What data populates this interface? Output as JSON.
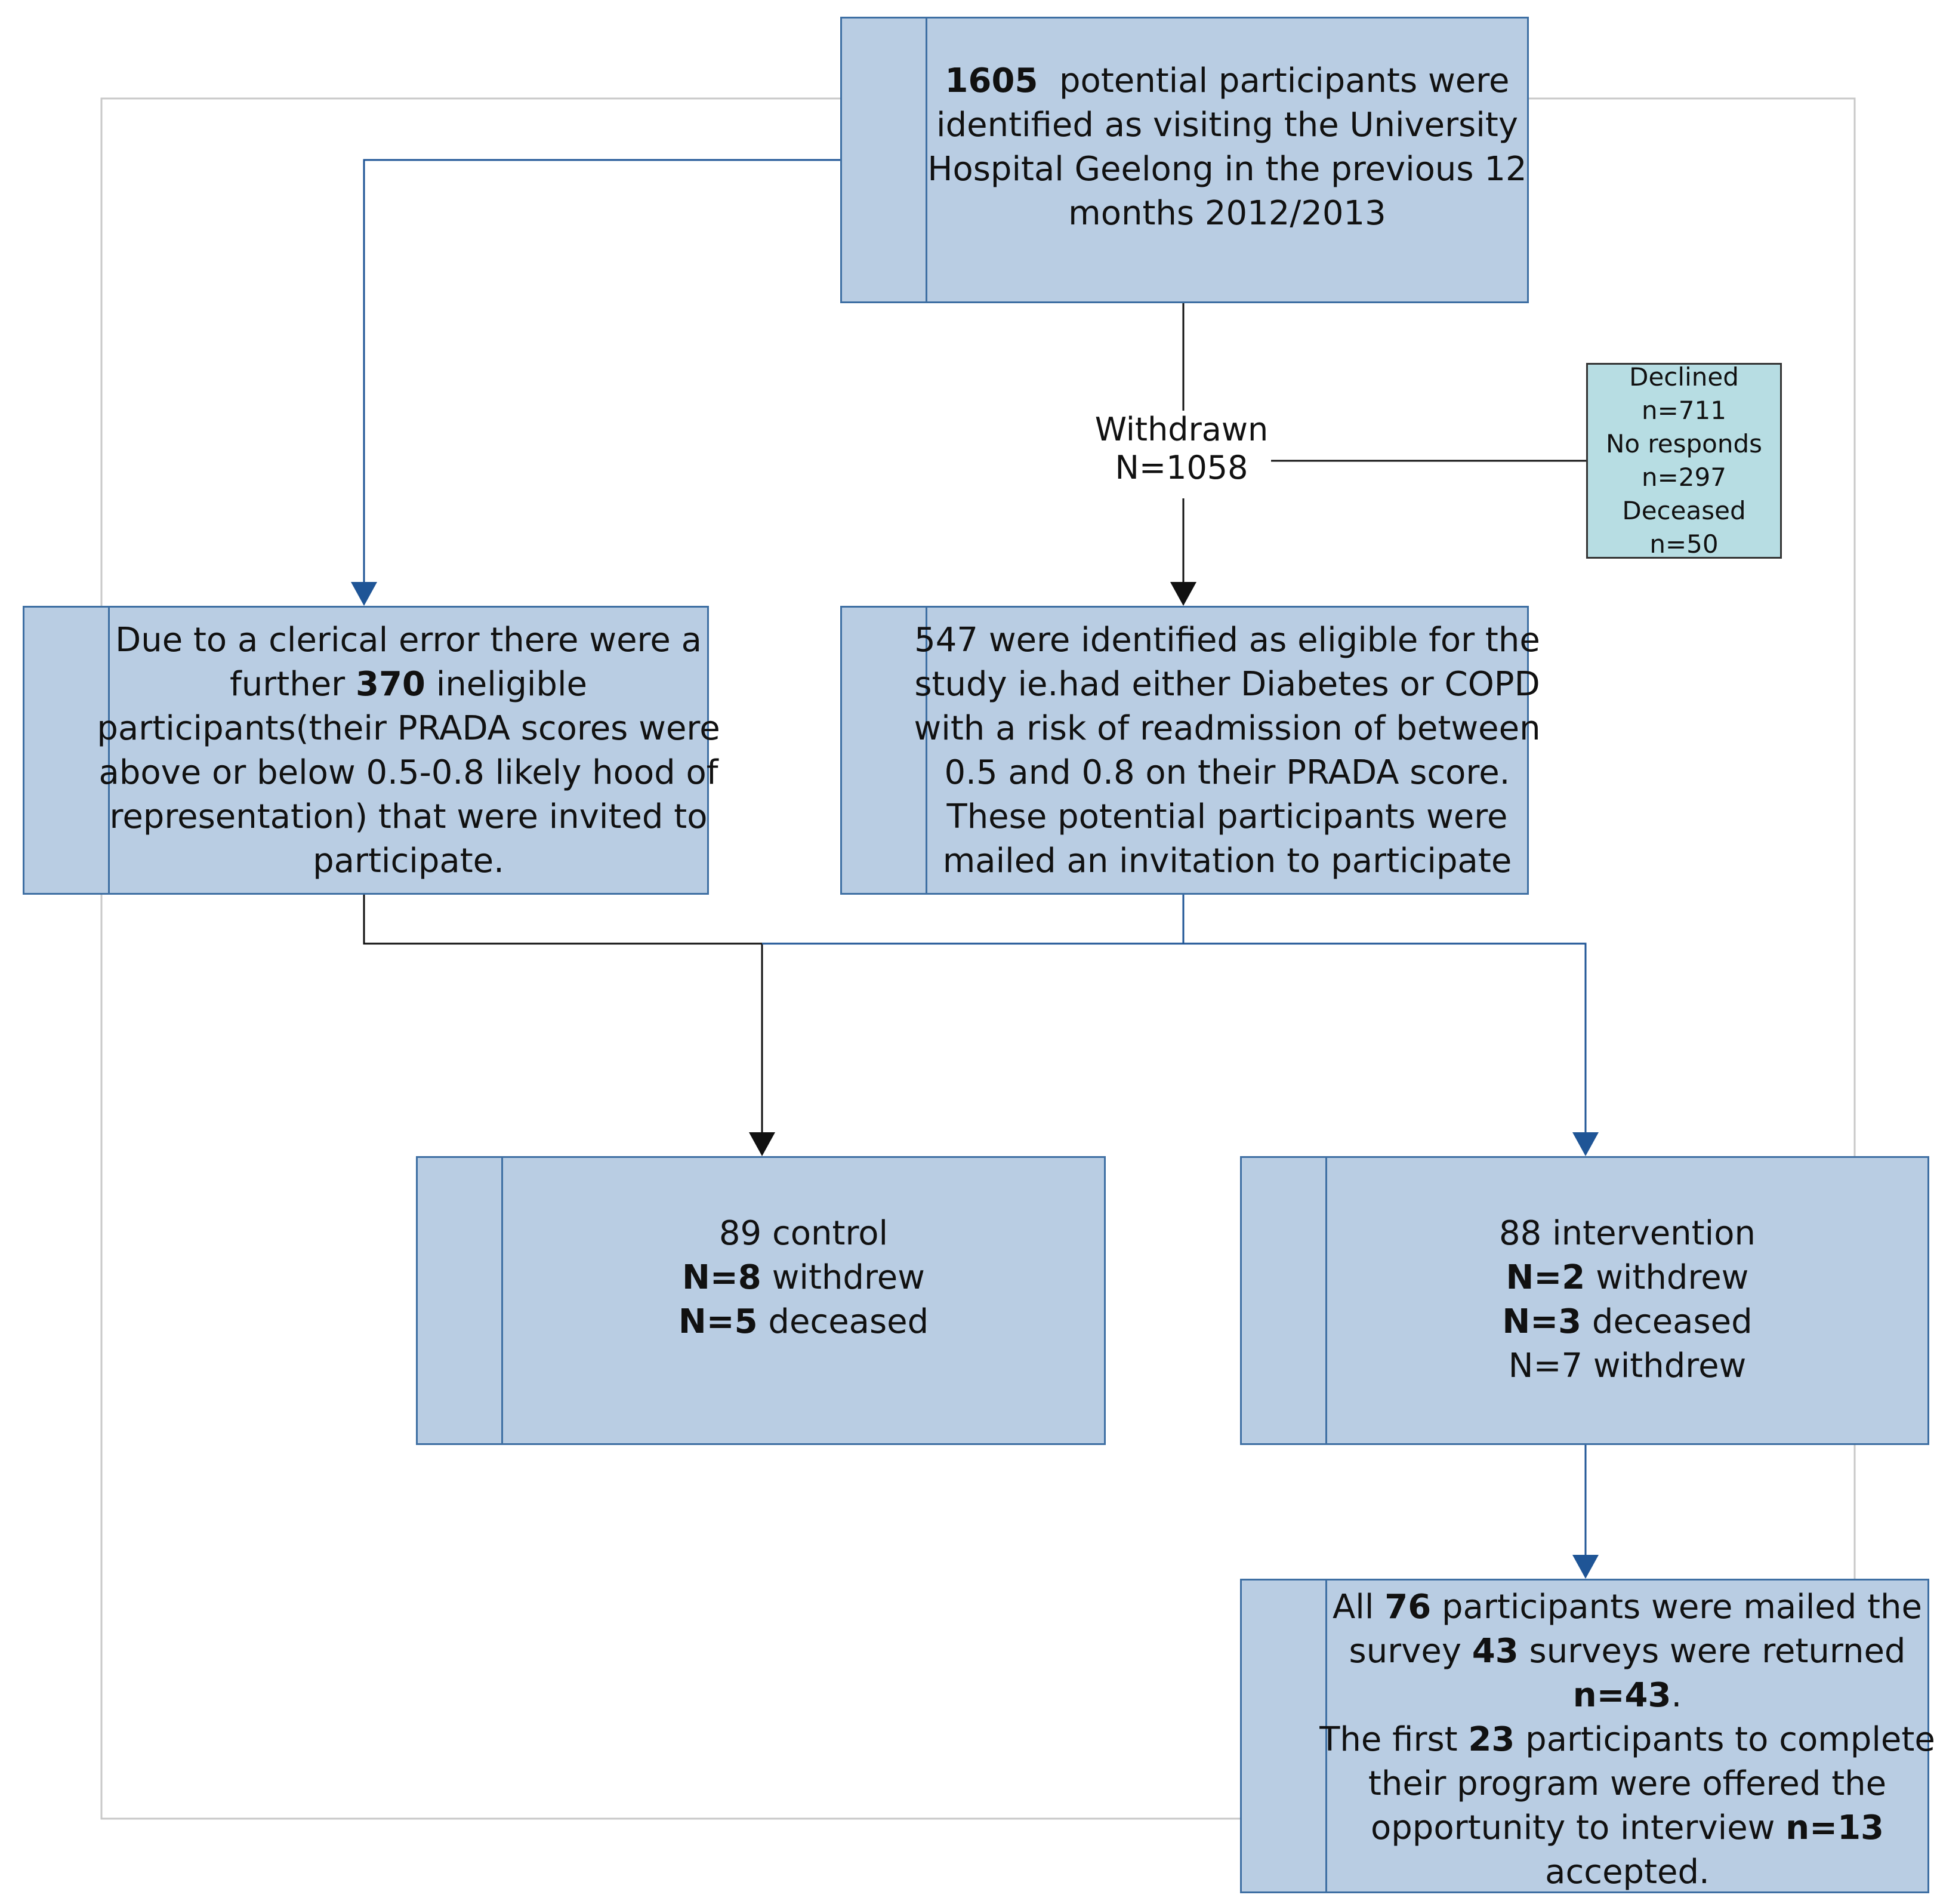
{
  "colors": {
    "box_fill": "#b9cde3",
    "box_border": "#3e6fa3",
    "declined_fill": "#b7dde3",
    "blue_connector": "#1f5596",
    "black_connector": "#111111",
    "frame_line": "#c8c8c8"
  },
  "top_box": {
    "lines": [
      [
        {
          "t": "1605",
          "b": true
        },
        {
          "t": "  potential participants were",
          "b": false
        }
      ],
      [
        {
          "t": "identified as visiting the University",
          "b": false
        }
      ],
      [
        {
          "t": "Hospital Geelong in the previous 12",
          "b": false
        }
      ],
      [
        {
          "t": "months 2012/2013",
          "b": false
        }
      ]
    ]
  },
  "withdrawn": {
    "label": "Withdrawn",
    "count": "N=1058"
  },
  "declined_box": {
    "lines": [
      "Declined",
      "n=711",
      "No responds",
      "n=297",
      "Deceased n=50"
    ]
  },
  "clerical_box": {
    "lines": [
      [
        {
          "t": "Due to a clerical error there were a",
          "b": false
        }
      ],
      [
        {
          "t": "further ",
          "b": false
        },
        {
          "t": "370",
          "b": true
        },
        {
          "t": " ineligible",
          "b": false
        }
      ],
      [
        {
          "t": "participants(their PRADA scores were",
          "b": false
        }
      ],
      [
        {
          "t": "above or below 0.5-0.8 likely hood of",
          "b": false
        }
      ],
      [
        {
          "t": "representation) that were invited to",
          "b": false
        }
      ],
      [
        {
          "t": "participate.",
          "b": false
        }
      ]
    ]
  },
  "eligible_box": {
    "lines": [
      [
        {
          "t": "547 were identified as eligible for the",
          "b": false
        }
      ],
      [
        {
          "t": "study ie.had either Diabetes or COPD",
          "b": false
        }
      ],
      [
        {
          "t": "with a risk of readmission of between",
          "b": false
        }
      ],
      [
        {
          "t": "0.5 and 0.8 on their PRADA score.",
          "b": false
        }
      ],
      [
        {
          "t": "These potential participants were",
          "b": false
        }
      ],
      [
        {
          "t": "mailed an invitation to participate",
          "b": false
        }
      ]
    ]
  },
  "control_box": {
    "lines": [
      [
        {
          "t": "89 control",
          "b": false
        }
      ],
      [
        {
          "t": "N=8",
          "b": true
        },
        {
          "t": " withdrew",
          "b": false
        }
      ],
      [
        {
          "t": "N=5",
          "b": true
        },
        {
          "t": " deceased",
          "b": false
        }
      ]
    ]
  },
  "intervention_box": {
    "lines": [
      [
        {
          "t": "88 intervention",
          "b": false
        }
      ],
      [
        {
          "t": "N=2",
          "b": true
        },
        {
          "t": " withdrew",
          "b": false
        }
      ],
      [
        {
          "t": "N=3",
          "b": true
        },
        {
          "t": " deceased",
          "b": false
        }
      ],
      [
        {
          "t": "N=7 withdrew",
          "b": false
        }
      ]
    ]
  },
  "survey_box": {
    "lines": [
      [
        {
          "t": "All ",
          "b": false
        },
        {
          "t": "76",
          "b": true
        },
        {
          "t": " participants were mailed the",
          "b": false
        }
      ],
      [
        {
          "t": "survey ",
          "b": false
        },
        {
          "t": "43",
          "b": true
        },
        {
          "t": " surveys were returned",
          "b": false
        }
      ],
      [
        {
          "t": "n=43",
          "b": true
        },
        {
          "t": ".",
          "b": false
        }
      ],
      [
        {
          "t": "The first ",
          "b": false
        },
        {
          "t": "23",
          "b": true
        },
        {
          "t": " participants to complete",
          "b": false
        }
      ],
      [
        {
          "t": "their program were offered the",
          "b": false
        }
      ],
      [
        {
          "t": "opportunity to interview ",
          "b": false
        },
        {
          "t": "n=13",
          "b": true
        }
      ],
      [
        {
          "t": "accepted.",
          "b": false
        }
      ]
    ]
  }
}
